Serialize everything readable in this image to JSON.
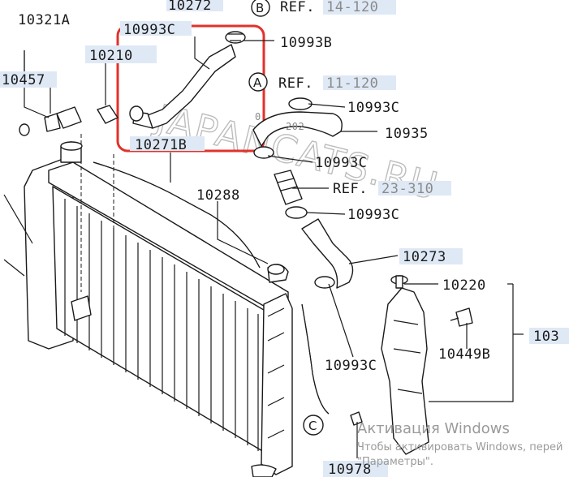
{
  "labels": {
    "p10272": "10272",
    "ref_b_text": "REF.",
    "ref_b_num": "14-120",
    "p10321a": "10321A",
    "p10993c_top": "10993C",
    "p10993b": "10993B",
    "p10210": "10210",
    "p10457": "10457",
    "ref_a_text": "REF.",
    "ref_a_num": "11-120",
    "p10993c_2": "10993C",
    "p10935": "10935",
    "p10271b": "10271B",
    "p10993c_3": "10993C",
    "ref_23_text": "REF.",
    "ref_23_num": "23-310",
    "p10288": "10288",
    "p10993c_4": "10993C",
    "p10273": "10273",
    "p10220": "10220",
    "p103": "103",
    "p10449b": "10449B",
    "p10993c_5": "10993C",
    "p10978": "10978",
    "small_02": "0",
    "small_202": "202"
  },
  "callouts": {
    "a": "A",
    "b": "B",
    "c": "C"
  },
  "watermark": "JAPANCATS.RU",
  "windows_activation": {
    "line1": "Активация Windows",
    "line2": "Чтобы активировать Windows, перей",
    "line3": "\"Параметры\"."
  },
  "colors": {
    "highlight_box": "#e0322b",
    "label_bg": "#dfe9f5",
    "ink": "#1a1a1a"
  }
}
